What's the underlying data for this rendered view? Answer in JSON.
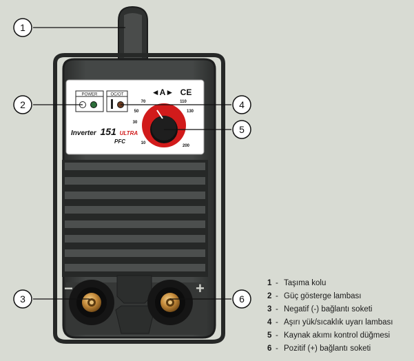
{
  "colors": {
    "background": "#d8dbd3",
    "body": "#3b3d3c",
    "panel": "#ffffff",
    "knob_red": "#d11b1b",
    "knob_black": "#111111",
    "socket_brass": "#c48a3a"
  },
  "panel": {
    "power_label": "POWER",
    "ocot_label": "OC/OT",
    "amp_symbol": "◄A►",
    "ce_mark": "CE",
    "model_name": "Inverter",
    "model_number": "151",
    "model_variant": "ULTRA",
    "model_pfc": "PFC",
    "scale": [
      {
        "text": "10",
        "value": 10
      },
      {
        "text": "30",
        "value": 30
      },
      {
        "text": "50",
        "value": 50
      },
      {
        "text": "70",
        "value": 70
      },
      {
        "text": "110",
        "value": 110
      },
      {
        "text": "130",
        "value": 130
      },
      {
        "text": "200",
        "value": 200
      }
    ]
  },
  "sockets": {
    "minus": "−",
    "plus": "+"
  },
  "callouts": [
    "1",
    "2",
    "3",
    "4",
    "5",
    "6"
  ],
  "legend": [
    {
      "num": "1",
      "sep": "-",
      "text": "Taşıma kolu"
    },
    {
      "num": "2",
      "sep": "-",
      "text": "Güç gösterge lambası"
    },
    {
      "num": "3",
      "sep": "-",
      "text": "Negatif (-) bağlantı soketi"
    },
    {
      "num": "4",
      "sep": "-",
      "text": "Aşırı yük/sıcaklık uyarı lambası"
    },
    {
      "num": "5",
      "sep": "-",
      "text": "Kaynak akımı kontrol düğmesi"
    },
    {
      "num": "6",
      "sep": "-",
      "text": "Pozitif (+) bağlantı soketi"
    }
  ]
}
